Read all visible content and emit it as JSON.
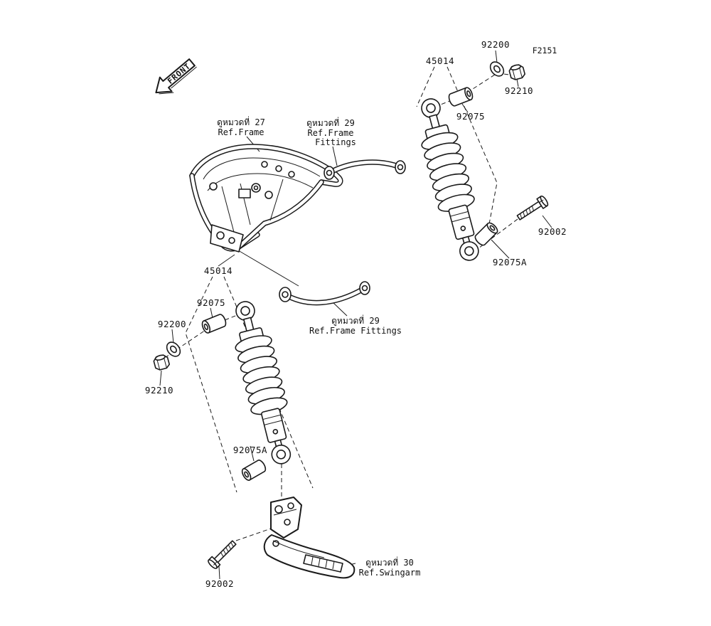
{
  "figure": {
    "code": "F2151"
  },
  "front_arrow": {
    "label": "FRONT"
  },
  "part_numbers": {
    "shock_absorber": "45014",
    "washer": "92200",
    "nut": "92210",
    "bushing": "92075",
    "bushing_a": "92075A",
    "bolt": "92002"
  },
  "references": {
    "frame": {
      "line1": "ดูหมวดที่ 27",
      "line2": "Ref.Frame"
    },
    "frame_fittings_upper": {
      "line1": "ดูหมวดที่ 29",
      "line2": "Ref.Frame",
      "line3": "Fittings"
    },
    "frame_fittings_lower": {
      "line1": "ดูหมวดที่ 29",
      "line2": "Ref.Frame Fittings"
    },
    "swingarm": {
      "line1": "ดูหมวดที่ 30",
      "line2": "Ref.Swingarm"
    }
  },
  "colors": {
    "line": "#1a1a1a",
    "background": "#ffffff"
  }
}
